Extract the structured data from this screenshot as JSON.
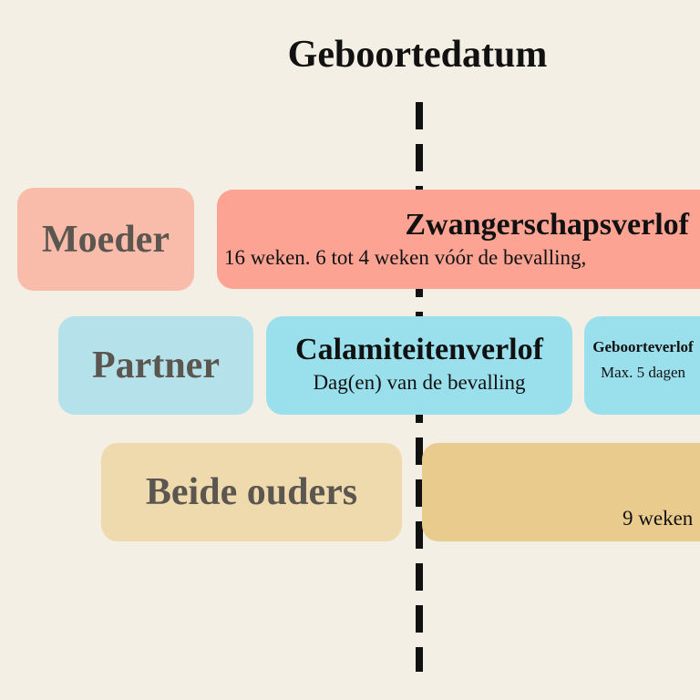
{
  "title": "Geboortedatum",
  "rows": {
    "moeder": {
      "label": "Moeder",
      "bar": {
        "heading": "Zwangerschapsverlof",
        "sub": "16 weken. 6 tot 4 weken vóór de bevalling,"
      }
    },
    "partner": {
      "label": "Partner",
      "bars": [
        {
          "heading": "Calamiteitenverlof",
          "sub": "Dag(en) van de bevalling"
        },
        {
          "heading": "Geboorteverlof",
          "sub": "Max. 5 dagen"
        }
      ]
    },
    "beide": {
      "label": "Beide ouders",
      "bar": {
        "sub": "9 weken"
      }
    }
  },
  "colors": {
    "background": "#f4efe4",
    "moeder_label": "#f9bcaa",
    "moeder_bar": "#fca393",
    "partner_label": "#b5e2ea",
    "partner_bar": "#9adfec",
    "beide_label": "#efdaad",
    "beide_bar": "#e9cb8d"
  }
}
